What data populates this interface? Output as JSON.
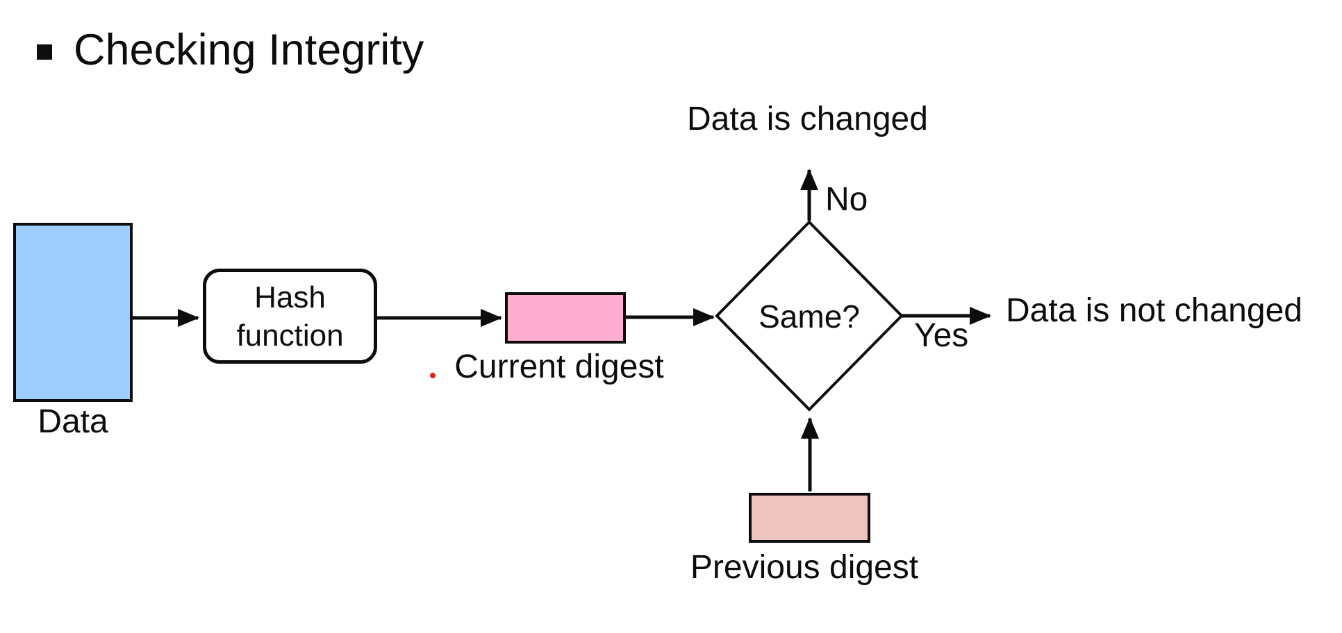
{
  "slide": {
    "title": "Checking Integrity"
  },
  "diagram": {
    "nodes": {
      "data": {
        "label": "Data",
        "fill": "#9fcdfc"
      },
      "hash_function": {
        "label": "Hash\nfunction",
        "fill": "#ffffff"
      },
      "current_digest": {
        "label": "Current digest",
        "fill": "#ffaed1"
      },
      "decision": {
        "label": "Same?",
        "fill": "#ffffff"
      },
      "previous_digest": {
        "label": "Previous digest",
        "fill": "#eec5c1"
      }
    },
    "branches": {
      "no": {
        "label": "No",
        "outcome": "Data is changed"
      },
      "yes": {
        "label": "Yes",
        "outcome": "Data is not changed"
      }
    },
    "colors": {
      "line": "#0d0d0d",
      "pointer_dot": "#e0251b"
    }
  }
}
